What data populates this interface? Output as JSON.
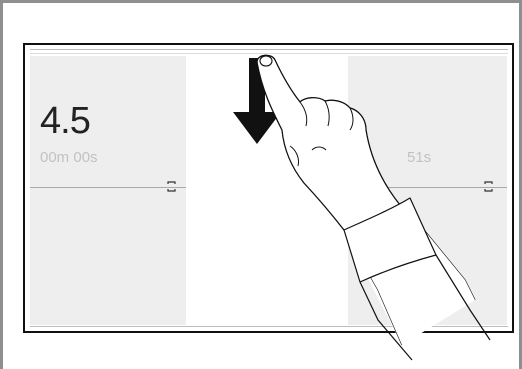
{
  "left_tile": {
    "primary_value": "4.5",
    "secondary_value": "00m 00s"
  },
  "right_tile": {
    "secondary_value": "51s"
  },
  "gesture": {
    "type": "swipe",
    "direction": "down",
    "icons": [
      "down-arrow-icon",
      "hand-pointer-icon"
    ]
  }
}
